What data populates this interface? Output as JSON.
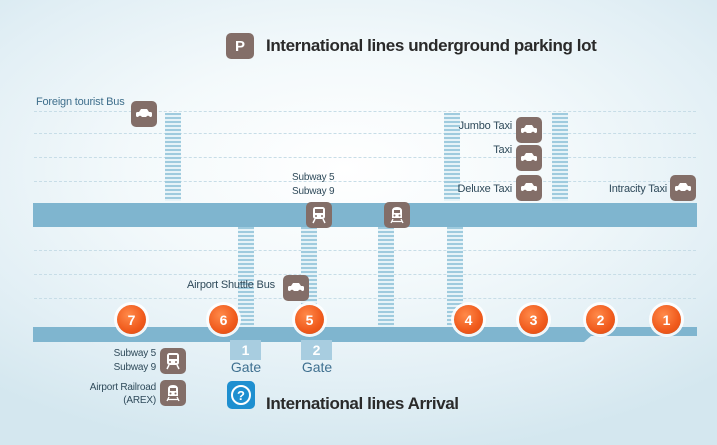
{
  "header": {
    "parking_badge": "P",
    "title": "International lines underground parking lot"
  },
  "footer": {
    "help_badge": "?",
    "title": "International lines Arrival"
  },
  "stops": {
    "foreign_tourist_bus": "Foreign tourist Bus",
    "jumbo_taxi": "Jumbo Taxi",
    "taxi": "Taxi",
    "deluxe_taxi": "Deluxe Taxi",
    "intracity_taxi": "Intracity Taxi",
    "subway_upper_1": "Subway 5",
    "subway_upper_2": "Subway 9",
    "airport_shuttle_bus": "Airport Shuttle Bus",
    "subway_lower_1": "Subway 5",
    "subway_lower_2": "Subway 9",
    "arex_1": "Airport Railroad",
    "arex_2": "(AREX)"
  },
  "exits": [
    "7",
    "6",
    "5",
    "4",
    "3",
    "2",
    "1"
  ],
  "gates": [
    {
      "number": "1",
      "label": "Gate"
    },
    {
      "number": "2",
      "label": "Gate"
    }
  ],
  "icons": {
    "parking": "parking-icon",
    "car": "car-icon",
    "subway": "subway-icon",
    "railroad": "railroad-icon",
    "help": "help-icon"
  },
  "colors": {
    "road": "#7fb5cf",
    "icon_bg": "#836e68",
    "exit_dot": "#f05a1c",
    "help_icon": "#1e8fd0",
    "gate_box": "#a8cde0"
  }
}
